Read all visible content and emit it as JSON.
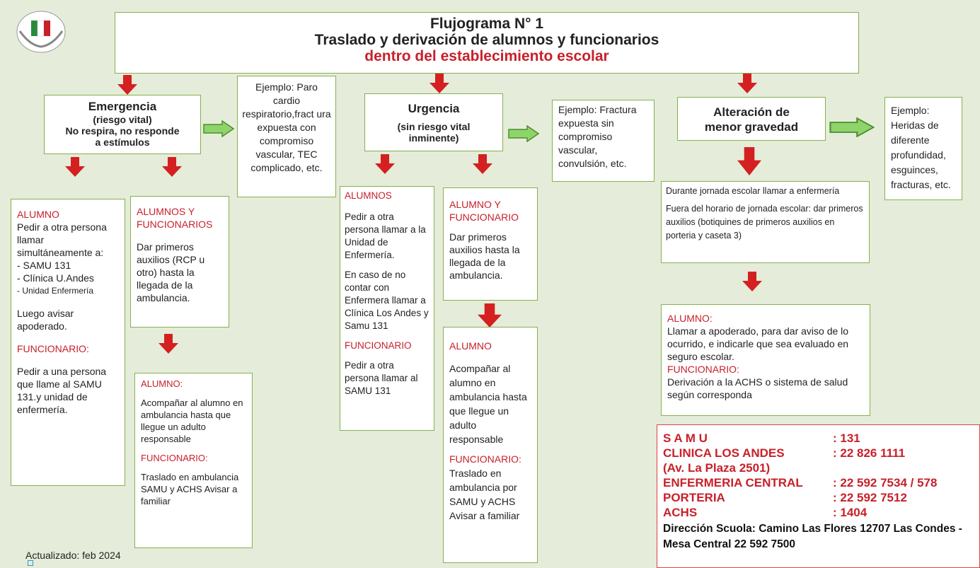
{
  "header": {
    "line1": "Flujograma N° 1",
    "line2": "Traslado y derivación de alumnos y funcionarios",
    "line3": "dentro del establecimiento escolar"
  },
  "emergencia": {
    "title": "Emergencia",
    "sub1": "(riesgo vital)",
    "sub2": "No respira, no responde",
    "sub3": "a estímulos",
    "example": "Ejemplo: Paro cardio respiratorio,fract ura expuesta con compromiso vascular, TEC complicado, etc.",
    "col1": {
      "h1": "ALUMNO",
      "l1": "Pedir a otra persona llamar simultáneamente a:",
      "l2": "- SAMU 131",
      "l3": "- Clínica U.Andes",
      "l4": "- Unidad Enfermería",
      "l5": "Luego avisar apoderado.",
      "h2": "FUNCIONARIO:",
      "l6": "Pedir a una persona que llame al SAMU 131.y unidad de enfermería."
    },
    "col2": {
      "h1": "ALUMNOS Y FUNCIONARIOS",
      "l1": "Dar primeros auxilios (RCP u otro) hasta la llegada de la ambulancia."
    },
    "col2b": {
      "h1": "ALUMNO:",
      "l1": "Acompañar al alumno en ambulancia hasta que llegue un adulto responsable",
      "h2": "FUNCIONARIO:",
      "l2": "Traslado en ambulancia SAMU y ACHS Avisar a familiar"
    }
  },
  "urgencia": {
    "title": "Urgencia",
    "sub1": "(sin riesgo vital",
    "sub2": "inminente)",
    "example": "Ejemplo: Fractura expuesta sin compromiso vascular, convulsión, etc.",
    "col1": {
      "h1": "ALUMNOS",
      "l1": "Pedir a otra persona llamar a la Unidad de Enfermería.",
      "l2": "En caso de no contar con Enfermera llamar a Clínica Los Andes y Samu 131",
      "h2": "FUNCIONARIO",
      "l3": "Pedir a otra persona llamar al SAMU 131"
    },
    "col2": {
      "h1": "ALUMNO Y FUNCIONARIO",
      "l1": "Dar primeros auxilios hasta la llegada de la ambulancia."
    },
    "col2b": {
      "h1": "ALUMNO",
      "l1": "Acompañar al alumno en ambulancia hasta que llegue un adulto responsable",
      "h2": "FUNCIONARIO:",
      "l2": "Traslado en ambulancia por SAMU y ACHS Avisar a familiar"
    }
  },
  "menor": {
    "title1": "Alteración de",
    "title2": "menor gravedad",
    "example": "Ejemplo: Heridas de diferente profundidad, esguinces, fracturas, etc.",
    "info1": "Durante jornada escolar llamar a enfermería",
    "info2": "Fuera del horario de jornada escolar: dar primeros auxilios (botiquines de primeros auxilios en porteria y caseta 3)",
    "h1": "ALUMNO:",
    "l1": "Llamar a apoderado, para dar aviso de lo ocurrido, e indicarle que sea evaluado en  seguro escolar.",
    "h2": "FUNCIONARIO:",
    "l2": "Derivación a la ACHS o sistema de salud según corresponda"
  },
  "contacts": [
    {
      "label": "S A M U",
      "value": ": 131"
    },
    {
      "label": "CLINICA LOS ANDES",
      "value": ":  22 826 1111"
    },
    {
      "label": "(Av. La Plaza 2501)",
      "value": ""
    },
    {
      "label": "ENFERMERIA CENTRAL",
      "value": ": 22 592 7534 / 578"
    },
    {
      "label": "PORTERIA",
      "value": ": 22 592 7512"
    },
    {
      "label": "ACHS",
      "value": ": 1404"
    }
  ],
  "direccion": "Dirección Scuola: Camino Las Flores 12707 Las Condes - Mesa Central 22 592 7500",
  "footer": "Actualizado: feb 2024",
  "colors": {
    "accent_red": "#c8202a",
    "border_green": "#86b04e",
    "arrow_green": "#7cc35a",
    "background": "#e5ecda"
  }
}
